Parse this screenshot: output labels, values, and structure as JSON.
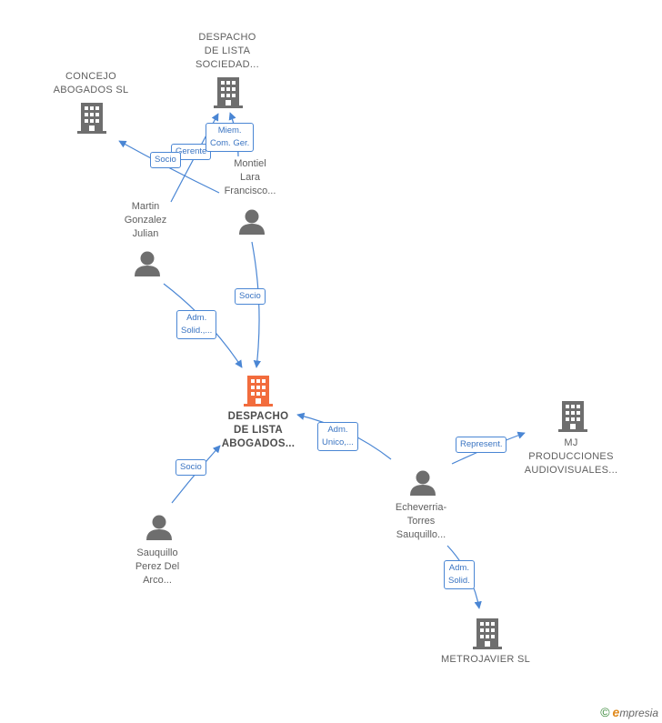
{
  "colors": {
    "edge": "#4a86d4",
    "main_node": "#f26c3d",
    "node": "#6e6e6e"
  },
  "nodes": {
    "main": {
      "label": "DESPACHO\nDE LISTA\nABOGADOS...",
      "icon": "building-icon"
    },
    "concejo": {
      "label": "CONCEJO\nABOGADOS  SL",
      "icon": "building-icon"
    },
    "despacho_sociedad": {
      "label": "DESPACHO\nDE LISTA\nSOCIEDAD...",
      "icon": "building-icon"
    },
    "mj": {
      "label": "MJ\nPRODUCCIONES\nAUDIOVISUALES...",
      "icon": "building-icon"
    },
    "metrojavier": {
      "label": "METROJAVIER SL",
      "icon": "building-icon"
    },
    "martin": {
      "label": "Martin\nGonzalez\nJulian",
      "icon": "person-icon"
    },
    "montiel": {
      "label": "Montiel\nLara\nFrancisco...",
      "icon": "person-icon"
    },
    "sauquillo": {
      "label": "Sauquillo\nPerez Del\nArco...",
      "icon": "person-icon"
    },
    "echeverria": {
      "label": "Echeverria-\nTorres\nSauquillo...",
      "icon": "person-icon"
    }
  },
  "edges": {
    "gerente": "Gerente",
    "socio_concejo": "Socio",
    "miem_com_ger": "Miem.\nCom. Ger.",
    "socio_montiel": "Socio",
    "adm_solid_martin": "Adm.\nSolid.,...",
    "adm_unico": "Adm.\nUnico,...",
    "socio_sauquillo": "Socio",
    "represent": "Represent.",
    "adm_solid_metro": "Adm.\nSolid."
  },
  "watermark": {
    "copyright": "©",
    "brand_initial": "e",
    "brand_rest": "mpresia"
  }
}
